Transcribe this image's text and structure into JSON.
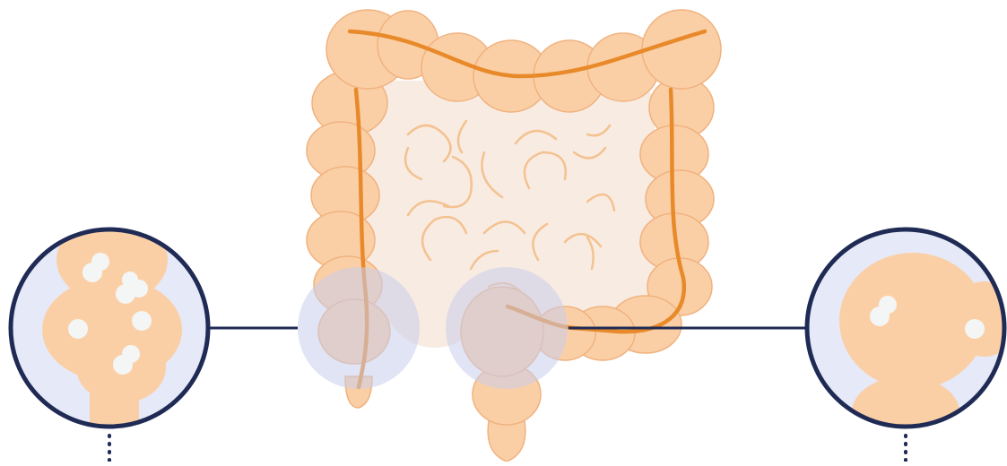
{
  "diagram": {
    "subject": "colon-illustration",
    "colors": {
      "background": "#ffffff",
      "colon_fill": "#fbcfa6",
      "colon_texture": "#f2b07f",
      "colon_outline": "#f0b27f",
      "inner_area": "#f8ebe2",
      "center_line": "#e8892a",
      "intestine_lines": "#f4c290",
      "highlight_circle": "#c9cdeb",
      "connector_line": "#1f2b55",
      "magnifier_bg": "#e6e9f7",
      "polyp_dots": "#f4f6f5"
    },
    "callouts": [
      {
        "id": "left",
        "target": "ascending-colon",
        "dots_shown": 5
      },
      {
        "id": "right",
        "target": "sigmoid-colon",
        "dots_shown": 2
      }
    ]
  }
}
